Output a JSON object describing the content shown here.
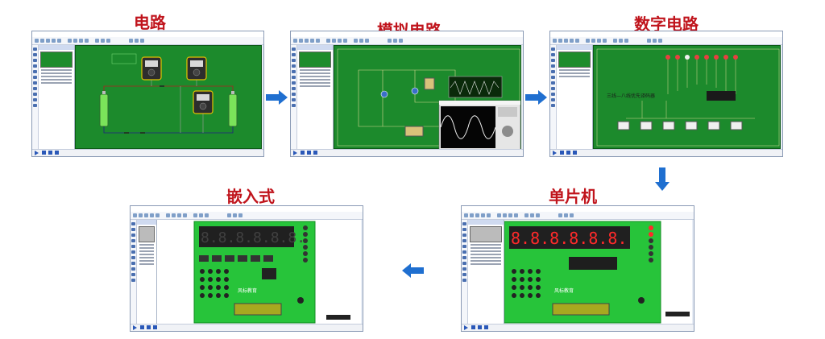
{
  "stages": [
    {
      "id": "circuit",
      "title": "电路"
    },
    {
      "id": "analog",
      "title": "模拟电路"
    },
    {
      "id": "digital",
      "title": "数字电路"
    },
    {
      "id": "mcu",
      "title": "单片机"
    },
    {
      "id": "embedded",
      "title": "嵌入式"
    }
  ],
  "board": {
    "digits_embedded": "8.8.8.8.8.8.",
    "digits_mcu": "8.8.8.8.8.8.",
    "label_embedded": "风标教育",
    "label_mcu": "风标教育"
  },
  "digital": {
    "annotation": "三线—八线优先译码器"
  },
  "colors": {
    "title_red": "#c0141c",
    "canvas_green": "#1c8a2c",
    "board_green": "#27c43a",
    "arrow_blue": "#1f6fd0"
  }
}
